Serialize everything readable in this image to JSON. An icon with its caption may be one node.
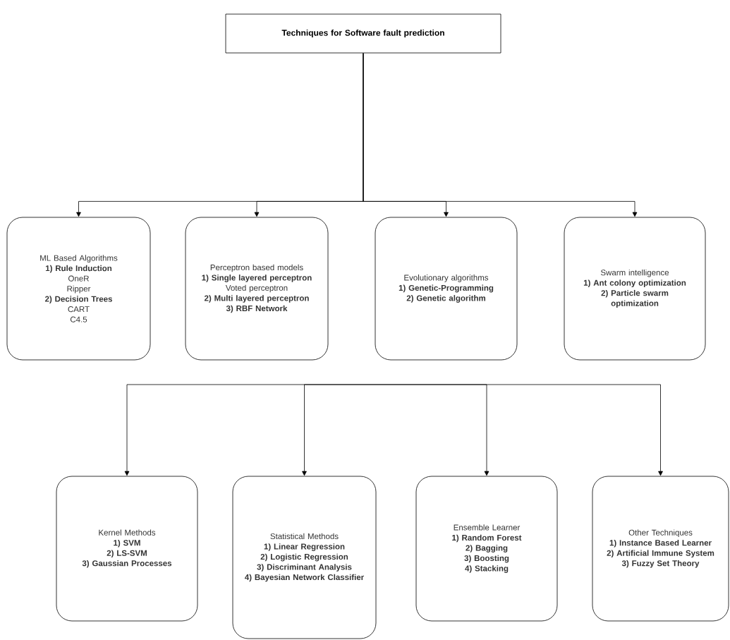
{
  "diagram": {
    "nodes": [
      {
        "text": [
          "Techniques for Software fault prediction"
        ]
      },
      {
        "text": [
          "ML Based Algorithms",
          "**1) Rule Induction**",
          "OneR",
          "Ripper",
          "**2) Decision Trees**",
          "CART",
          "C4.5"
        ]
      },
      {
        "text": [
          "Perceptron based models",
          "**1) Single layered perceptron**",
          "Voted perceptron",
          "**2) Multi layered perceptron**",
          "**3) RBF Network**"
        ]
      },
      {
        "text": [
          "Evolutionary algorithms",
          "**1) Genetic-Programming**",
          "**2) Genetic algorithm**"
        ]
      },
      {
        "text": [
          "Swarm intelligence",
          "**1) Ant colony optimization**",
          "**2) Particle swarm optimization**"
        ]
      },
      {
        "text": [
          "Kernel Methods",
          "**1) SVM**",
          "**2) LS-SVM**",
          "**3) Gaussian Processes**"
        ]
      },
      {
        "text": [
          "Statistical Methods",
          "**1) Linear Regression**",
          "**2) Logistic Regression**",
          "**3) Discriminant Analysis**",
          "**4) Bayesian Network Classifier**"
        ]
      },
      {
        "text": [
          "Ensemble Learner",
          "**1) Random Forest**",
          "**2) Bagging**",
          "**3) Boosting**",
          "**4) Stacking**"
        ]
      },
      {
        "text": [
          "Other Techniques",
          "**1) Instance Based Learner**",
          "**2) Artificial Immune System**",
          "**3) Fuzzy Set Theory**"
        ]
      }
    ],
    "edges": [
      {
        "from": 0,
        "to": 1,
        "arrow": "to"
      },
      {
        "from": 0,
        "to": 2,
        "arrow": "to"
      },
      {
        "from": 0,
        "to": 3,
        "arrow": "to"
      },
      {
        "from": 0,
        "to": 4,
        "arrow": "to"
      },
      {
        "from": null,
        "to": 5,
        "arrow": "to"
      },
      {
        "from": null,
        "to": 6,
        "arrow": "to"
      },
      {
        "from": null,
        "to": 7,
        "arrow": "to"
      },
      {
        "from": null,
        "to": 8,
        "arrow": "to"
      }
    ]
  }
}
